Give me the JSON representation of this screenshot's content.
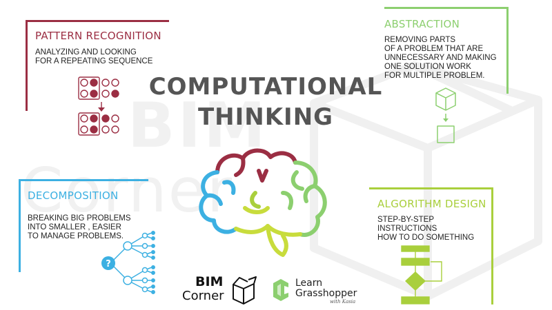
{
  "title": {
    "line1": "COMPUTATIONAL",
    "line2": "THINKING"
  },
  "panels": {
    "pattern": {
      "title": "PATTERN RECOGNITION",
      "description": "ANALYZING AND LOOKING\nFOR A REPEATING SEQUENCE",
      "color": "#9b2e43"
    },
    "abstraction": {
      "title": "ABSTRACTION",
      "description": "REMOVING PARTS\nOF A PROBLEM THAT ARE\nUNNECESSARY AND MAKING\nONE SOLUTION WORK\nFOR MULTIPLE PROBLEM.",
      "color": "#8ccf6f"
    },
    "decomposition": {
      "title": "DECOMPOSITION",
      "description": "BREAKING BIG PROBLEMS\nINTO SMALLER , EASIER\nTO MANAGE PROBLEMS.",
      "color": "#3cb0e2",
      "question_mark": "?"
    },
    "algorithm": {
      "title": "ALGORITHM DESIGN",
      "description": "STEP-BY-STEP\nINSTRUCTIONS\nHOW TO DO SOMETHING",
      "color": "#a9cf3c"
    }
  },
  "watermark": {
    "line1": "BIM",
    "line2": "Corner"
  },
  "logos": {
    "bim_corner": {
      "line1": "BIM",
      "line2": "Corner"
    },
    "learn_grasshopper": {
      "line1": "Learn",
      "line2": "Grasshopper",
      "tagline": "with Kasia"
    }
  },
  "icons": {
    "brain": "brain-icon",
    "pattern": "dot-grid-icon",
    "abstraction": "cube-to-square-icon",
    "decomposition": "tree-icon",
    "algorithm": "flowchart-icon"
  }
}
